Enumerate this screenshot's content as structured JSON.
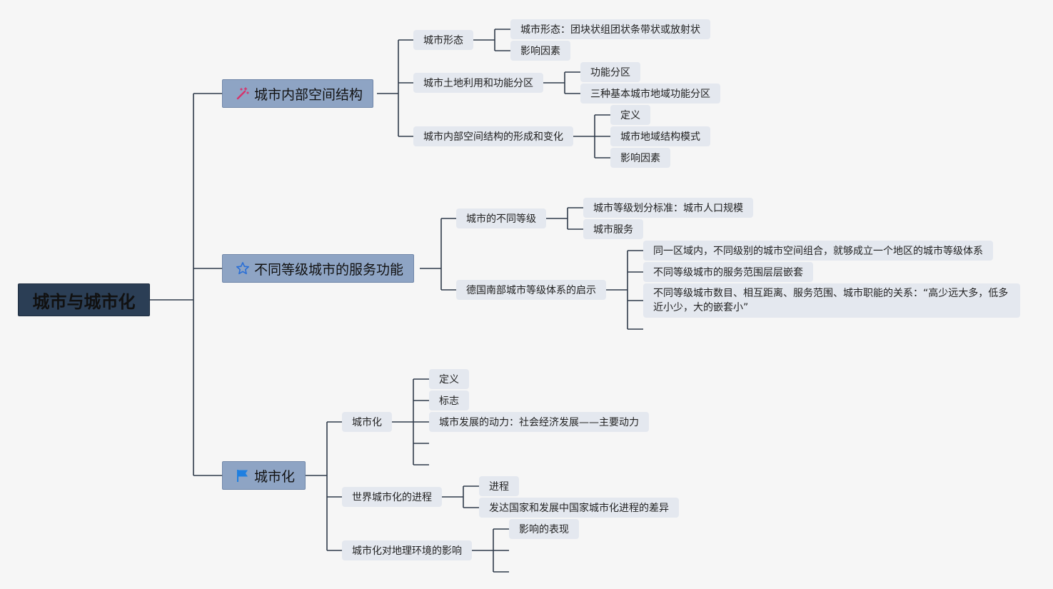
{
  "root": "城市与城市化",
  "branches": [
    {
      "label": "城市内部空间结构",
      "icon": "magic-wand-icon",
      "children": [
        {
          "label": "城市形态",
          "children": [
            "城市形态：团块状组团状条带状或放射状",
            "影响因素"
          ]
        },
        {
          "label": "城市土地利用和功能分区",
          "children": [
            "功能分区",
            "三种基本城市地域功能分区"
          ]
        },
        {
          "label": "城市内部空间结构的形成和变化",
          "children": [
            "定义",
            "城市地域结构模式",
            "影响因素"
          ]
        }
      ]
    },
    {
      "label": "不同等级城市的服务功能",
      "icon": "star-icon",
      "children": [
        {
          "label": "城市的不同等级",
          "children": [
            "城市等级划分标准：城市人口规模",
            "城市服务"
          ]
        },
        {
          "label": "德国南部城市等级体系的启示",
          "children": [
            "同一区域内，不同级别的城市空间组合，就够成立一个地区的城市等级体系",
            "不同等级城市的服务范围层层嵌套",
            "不同等级城市数目、相互距离、服务范围、城市职能的关系：“高少远大多，低多近小少，大的嵌套小”"
          ]
        }
      ]
    },
    {
      "label": "城市化",
      "icon": "flag-icon",
      "children": [
        {
          "label": "城市化",
          "children": [
            "定义",
            "标志",
            "城市发展的动力：社会经济发展——主要动力"
          ]
        },
        {
          "label": "世界城市化的进程",
          "children": [
            "进程",
            "发达国家和发展中国家城市化进程的差异"
          ]
        },
        {
          "label": "城市化对地理环境的影响",
          "children": [
            "影响的表现"
          ]
        }
      ]
    }
  ],
  "colors": {
    "line": "#2f3a4a",
    "root_fill": "#2b3e55",
    "main_fill": "#8ea4c4",
    "node_fill": "#e4e8ef",
    "wand": "#d6336c",
    "star": "#2a6fd6",
    "flag": "#1f7fe0"
  }
}
